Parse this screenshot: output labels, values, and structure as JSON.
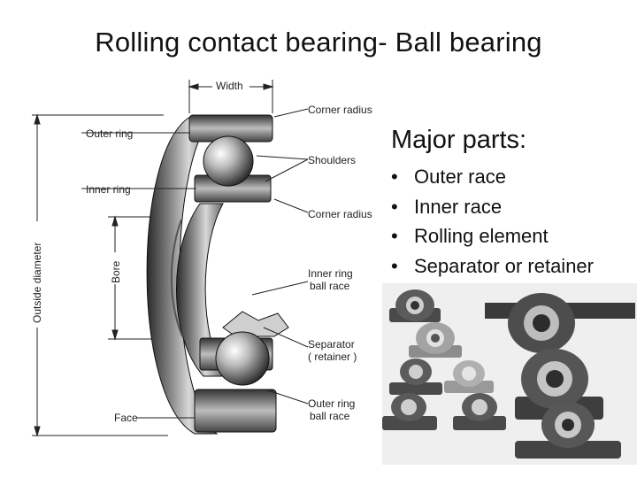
{
  "slide": {
    "title": "Rolling contact bearing- Ball bearing"
  },
  "diagram": {
    "labels": {
      "width": "Width",
      "outside_diameter": "Outside diameter",
      "bore": "Bore",
      "outer_ring": "Outer ring",
      "inner_ring": "Inner ring",
      "face": "Face",
      "corner_radius_top": "Corner radius",
      "shoulders": "Shoulders",
      "corner_radius_mid": "Corner radius",
      "inner_ring_ball_race_1": "Inner ring",
      "inner_ring_ball_race_2": "ball race",
      "separator_1": "Separator",
      "separator_2": "( retainer )",
      "outer_ring_ball_race_1": "Outer ring",
      "outer_ring_ball_race_2": "ball race"
    }
  },
  "major_parts": {
    "heading": "Major parts:",
    "bullet": "•",
    "items": [
      "Outer race",
      "Inner race",
      "Rolling element",
      "Separator or retainer"
    ]
  },
  "photo": {
    "alt": "Assorted pillow block bearing housings"
  }
}
